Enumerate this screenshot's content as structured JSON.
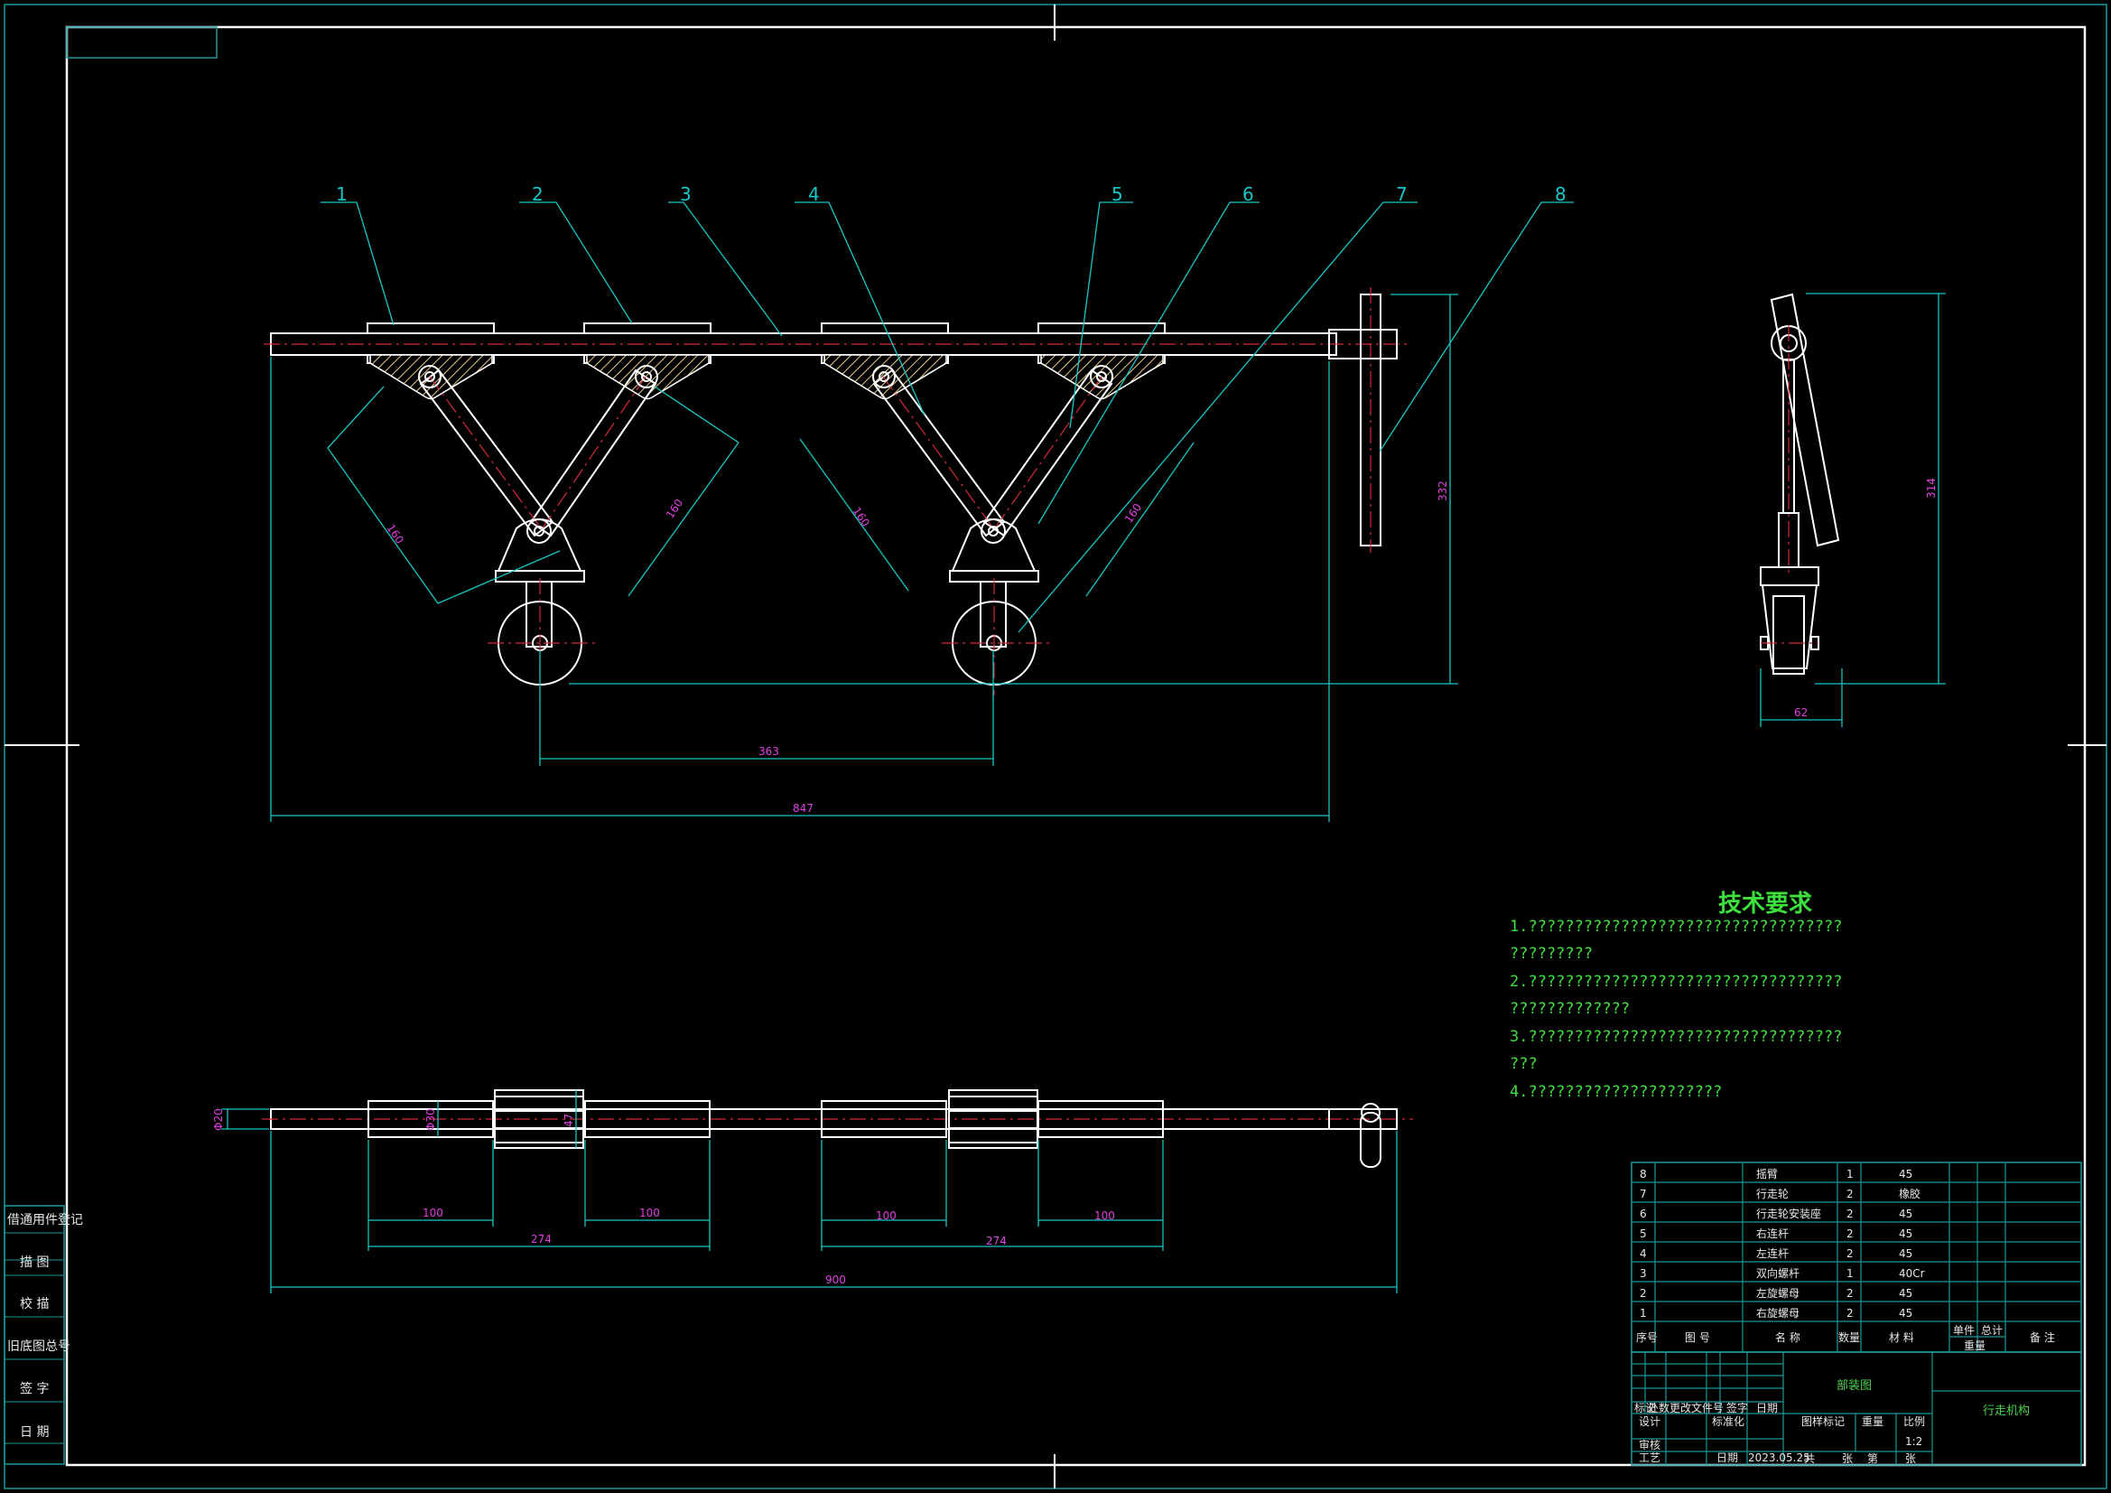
{
  "part_labels": [
    "1",
    "2",
    "3",
    "4",
    "5",
    "6",
    "7",
    "8"
  ],
  "dimensions": {
    "front_a": "160",
    "front_b": "160",
    "front_c": "160",
    "front_d": "160",
    "wheelbase": "363",
    "overall_length": "847",
    "height": "332",
    "side_height": "314",
    "side_width": "62",
    "top_diameter": "Φ20",
    "top_sleeve": "Φ30",
    "top_span": "47",
    "seg_1": "100",
    "seg_2": "100",
    "seg_3": "100",
    "seg_4": "100",
    "pair_1": "274",
    "pair_2": "274",
    "top_total": "900"
  },
  "technical_requirements": {
    "title": "技术要求",
    "lines": [
      "1.??????????????????????????????????",
      "?????????",
      "2.??????????????????????????????????",
      "?????????????",
      "3.??????????????????????????????????",
      "???",
      "4.?????????????????????"
    ]
  },
  "side_column": [
    "借通用件登记",
    "描 图",
    "校 描",
    "旧底图总号",
    "签 字",
    "日 期"
  ],
  "bom": {
    "rows": [
      {
        "no": "8",
        "name": "摇臂",
        "qty": "1",
        "material": "45"
      },
      {
        "no": "7",
        "name": "行走轮",
        "qty": "2",
        "material": "橡胶"
      },
      {
        "no": "6",
        "name": "行走轮安装座",
        "qty": "2",
        "material": "45"
      },
      {
        "no": "5",
        "name": "右连杆",
        "qty": "2",
        "material": "45"
      },
      {
        "no": "4",
        "name": "左连杆",
        "qty": "2",
        "material": "45"
      },
      {
        "no": "3",
        "name": "双向螺杆",
        "qty": "1",
        "material": "40Cr"
      },
      {
        "no": "2",
        "name": "左旋螺母",
        "qty": "2",
        "material": "45"
      },
      {
        "no": "1",
        "name": "右旋螺母",
        "qty": "2",
        "material": "45"
      }
    ],
    "headers": {
      "no": "序号",
      "drawing_no": "图 号",
      "name": "名 称",
      "qty": "数量",
      "material": "材 料",
      "unit": "单件",
      "total": "总计",
      "weight": "重量",
      "remark": "备 注"
    }
  },
  "title_block": {
    "drawing_type": "部装图",
    "assembly_name": "行走机构",
    "stage_mark": "图样标记",
    "weight": "重量",
    "scale_label": "比例",
    "scale": "1:2",
    "sheet_total": "共",
    "sheet_label": "张",
    "sheet_no": "第",
    "rev_headers": [
      "标记",
      "处数",
      "更改文件号",
      "签字",
      "日期"
    ],
    "roles": [
      "设计",
      "审核",
      "工艺"
    ],
    "standardize": "标准化",
    "date_label": "日期",
    "date": "2023.05.25"
  }
}
